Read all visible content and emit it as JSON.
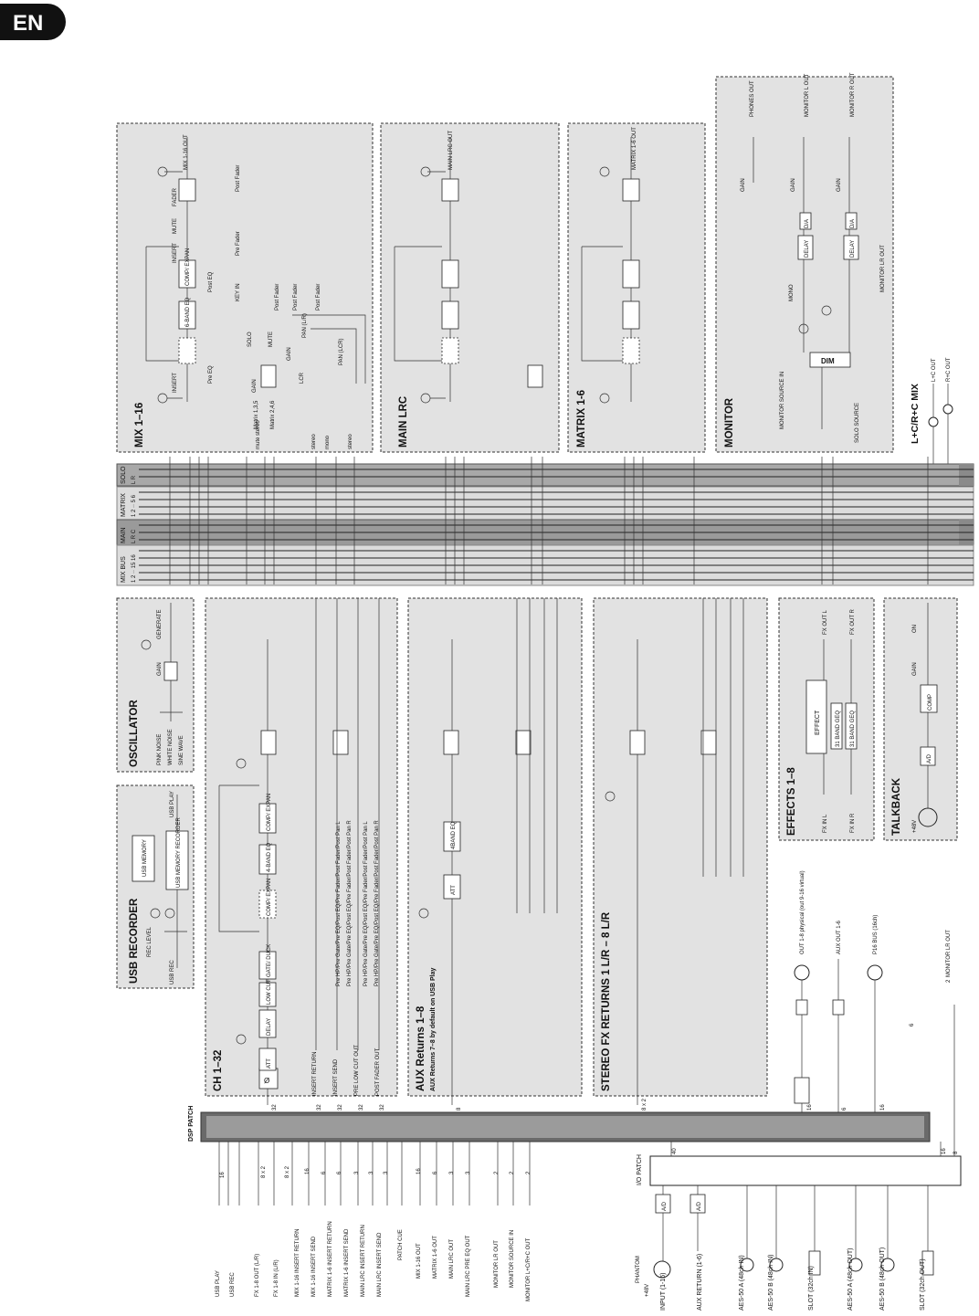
{
  "language_badge": "EN",
  "blocks": {
    "mix": {
      "title": "MIX 1–16",
      "out": "MIX 1-16 OUT",
      "insert": "INSERT",
      "comp": "COMP/ EXPAN",
      "eq": "6-BAND EQ",
      "fader": "FADER",
      "mute": "MUTE",
      "solo": "SOLO",
      "gain": "GAIN",
      "lcr": "LCR",
      "keyin": "KEY IN",
      "post_fader": "Post Fader",
      "pre_fader": "Pre Fader",
      "pre_eq": "Pre EQ",
      "post_eq": "Post EQ",
      "matrix_odd": "Matrix 1,3,5",
      "matrix_even": "Matrix 2,4,6",
      "pan_lr": "PAN (L/R)",
      "pan_lcr": "PAN (LCR)",
      "mute_stereo": "mute stereo",
      "mono": "mono",
      "stereo": "stereo",
      "si": "SI"
    },
    "main": {
      "title": "MAIN LRC",
      "out": "MAIN LRC OUT"
    },
    "matrix": {
      "title": "MATRIX 1-6",
      "out": "MATRIX 1-6 OUT"
    },
    "monitor": {
      "title": "MONITOR",
      "phones": "PHONES OUT",
      "mon_l": "MONITOR L OUT",
      "mon_r": "MONITOR R OUT",
      "delay": "DELAY",
      "da": "D/A",
      "mono": "MONO",
      "dim": "DIM",
      "source": "MONITOR SOURCE IN",
      "solo_source": "SOLO SOURCE",
      "lr_out": "MONITOR LR OUT",
      "gain": "GAIN"
    },
    "lcr_mix": {
      "title": "L+C/R+C MIX",
      "l_out": "L+C OUT",
      "r_out": "R+C OUT"
    },
    "usb": {
      "title": "USB RECORDER",
      "memory": "USB MEMORY",
      "recorder": "USB MEMORY RECORDER",
      "rec_level": "REC LEVEL",
      "usb_rec": "USB REC",
      "usb_play": "USB PLAY"
    },
    "osc": {
      "title": "OSCILLATOR",
      "gen": "GENERATE",
      "gain": "GAIN",
      "pink": "PINK NOISE",
      "white": "WHITE NOISE",
      "sine": "SINE WAVE"
    },
    "ch": {
      "title": "CH 1–32",
      "att": "ATT",
      "delay": "DELAY",
      "lowcut": "LOW CUT",
      "gate": "GATE/ DUCK",
      "comp": "COMP/ EXPAN",
      "eq": "4-BAND EQ",
      "insert_return": "INSERT RETURN",
      "insert_send": "INSERT SEND",
      "pre_low_cut_out": "PRE LOW CUT OUT",
      "post_fader_out": "POST FADER OUT",
      "sends": [
        "Pre HP/Pre Gate/Pre EQ/Post EQ/Pre Fader/Post Fader/Post Pan L",
        "Pre HP/Pre Gate/Pre EQ/Post EQ/Pre Fader/Post Fader/Post Pan R",
        "Pre HP/Pre Gate/Pre EQ/Post EQ/Pre Fader/Post Fader/Post Pan L",
        "Pre HP/Pre Gate/Pre EQ/Post EQ/Pre Fader/Post Fader/Post Pan R"
      ]
    },
    "aux": {
      "title": "AUX Returns 1–8",
      "subtitle": "AUX Returns 7–8 by default on USB Play",
      "eq": "4BAND EQ",
      "att": "ATT"
    },
    "fx": {
      "title": "STEREO FX RETURNS 1 L/R – 8 L/R"
    },
    "effects": {
      "title": "EFFECTS 1–8",
      "effect": "EFFECT",
      "geq": "31 BAND GEQ",
      "fx_in_l": "FX IN L",
      "fx_in_r": "FX IN R",
      "fx_out_l": "FX OUT L",
      "fx_out_r": "FX OUT R"
    },
    "talkback": {
      "title": "TALKBACK",
      "comp": "COMP",
      "ad": "A/D",
      "gain": "GAIN",
      "on": "ON",
      "phantom": "+48V"
    }
  },
  "buses": {
    "mix_bus": "MIX BUS",
    "mix_nums": "1 2 ·· 15 16",
    "main": "MAIN",
    "main_nums": "L R C",
    "matrix": "MATRIX",
    "matrix_nums": "1 2 ·· 5 6",
    "solo": "SOLO",
    "solo_nums": "L R"
  },
  "dsp_patch": "DSP PATCH",
  "io_patch": "I/O PATCH",
  "bottom_labels": [
    "USB PLAY",
    "USB REC",
    "FX 1-8 OUT (L/R)",
    "FX 1-8 IN (L/R)",
    "MIX 1-16 INSERT RETURN",
    "MIX 1-16 INSERT SEND",
    "MATRIX 1-6 INSERT RETURN",
    "MATRIX 1-6 INSERT SEND",
    "MAIN LRC INSERT RETURN",
    "MAIN LRC INSERT SEND",
    "PATCH CUE",
    "MIX 1-16 OUT",
    "MATRIX 1-6 OUT",
    "MAIN LRC OUT",
    "MAIN LRC PRE EQ OUT",
    "MONITOR LR OUT",
    "MONITOR SOURCE IN",
    "MONITOR L+C/R+C OUT"
  ],
  "io_labels": [
    "INPUT (1-16)",
    "AUX RETURN (1-6)",
    "AES-50 A (48ch IN)",
    "AES-50 B (48ch IN)",
    "SLOT (32ch IN)",
    "AES-50 A (48ch OUT)",
    "AES-50 B (48ch OUT)",
    "SLOT (32ch OUT)"
  ],
  "io_misc": {
    "phantom": "PHANTOM",
    "p48": "+48V",
    "ad": "A/D",
    "da": "D/A",
    "out_label": "OUT 1-8 physical (out 9-16 virtual)",
    "aux_out": "AUX OUT 1-6",
    "p16": "P16 BUS (16ch)",
    "mon_lr_out": "MONITOR LR OUT"
  },
  "bus_counts": [
    "32",
    "32",
    "32",
    "32",
    "32",
    "8",
    "8 x 2",
    "16",
    "6",
    "16",
    "40",
    "16",
    "8",
    "16",
    "8 x 2",
    "8 x 2",
    "16",
    "6",
    "6",
    "3",
    "3",
    "3",
    "16",
    "6",
    "3",
    "3",
    "2",
    "2",
    "2",
    "2",
    "6"
  ]
}
